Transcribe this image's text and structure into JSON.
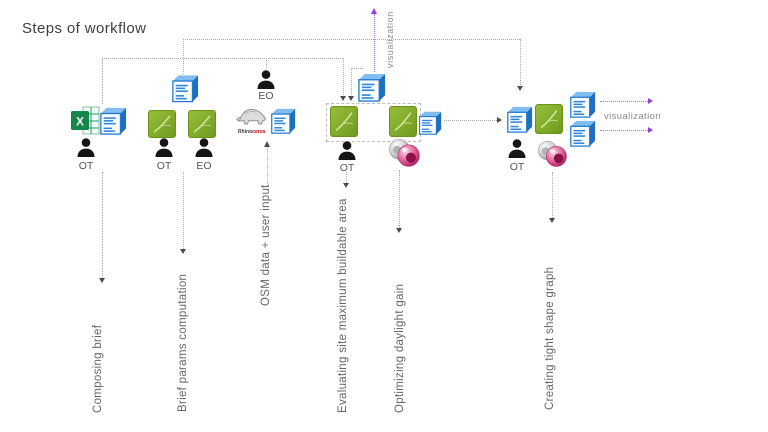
{
  "title": "Steps of workflow",
  "steps": [
    {
      "id": "composing-brief",
      "label": "Composing brief",
      "actors": [
        "OT"
      ]
    },
    {
      "id": "brief-params",
      "label": "Brief params computation",
      "actors": [
        "OT",
        "EO"
      ]
    },
    {
      "id": "osm-input",
      "label": "OSM data + user input",
      "actors": [
        "EO"
      ]
    },
    {
      "id": "evaluating-area",
      "label": "Evaluating site maximum buildable area",
      "actors": [
        "OT"
      ]
    },
    {
      "id": "optimizing-gain",
      "label": "Optimizing daylight gain",
      "actors": []
    },
    {
      "id": "tight-shape",
      "label": "Creating tight shape graph",
      "actors": [
        "OT"
      ]
    }
  ],
  "annotations": {
    "visualization_top": "visualization",
    "visualization_right": "visualization"
  },
  "icons": {
    "excel": {
      "name": "excel-icon",
      "letter": "X"
    },
    "rhinoceros": {
      "name": "rhinoceros-icon",
      "word_black": "Rhino",
      "word_red": "ceros"
    },
    "blue_box": {
      "name": "data-box-icon"
    },
    "green_node": {
      "name": "grasshopper-icon"
    },
    "galapagos": {
      "name": "galapagos-solver-icon"
    },
    "person": {
      "name": "person-icon"
    }
  },
  "colors": {
    "connector_gray": "#a8a8a8",
    "arrow_gray": "#4d4d4d",
    "purple": "#8f3fd6",
    "excel_green": "#17864b",
    "node_green": "#7ea827",
    "box_blue": "#1e7ad2",
    "galapagos_pink": "#c02070",
    "galapagos_silver": "#bdbdbd",
    "label_text": "#666666",
    "title_text": "#3f3f3f"
  }
}
